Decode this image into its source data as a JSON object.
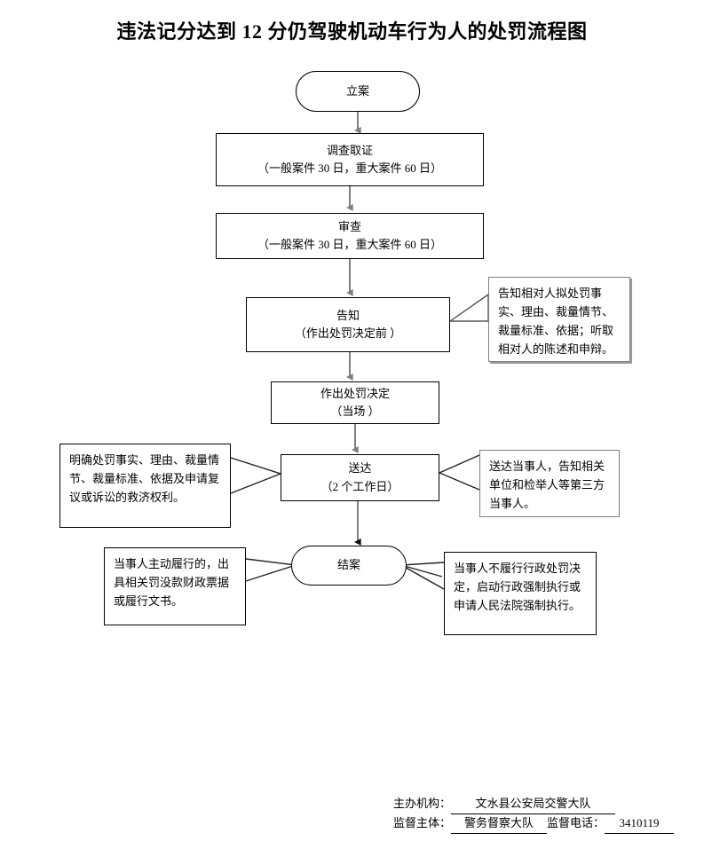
{
  "document": {
    "title": "违法记分达到 12 分仍驾驶机动车行为人的处罚流程图"
  },
  "flow": {
    "nodes": [
      {
        "id": "filing",
        "shape": "rounded-rect",
        "line1": "立案",
        "line2": ""
      },
      {
        "id": "investigation",
        "shape": "rect",
        "line1": "调查取证",
        "line2": "（一般案件 30 日，重大案件 60 日）"
      },
      {
        "id": "review",
        "shape": "rect",
        "line1": "审查",
        "line2": "（一般案件 30 日，重大案件 60 日）"
      },
      {
        "id": "notification",
        "shape": "rect",
        "line1": "告知",
        "line2": "（作出处罚决定前 ）"
      },
      {
        "id": "decision",
        "shape": "rect",
        "line1": "作出处罚决定",
        "line2": "（当场 ）"
      },
      {
        "id": "service",
        "shape": "rect",
        "line1": "送达",
        "line2": "（2 个工作日）"
      },
      {
        "id": "closing",
        "shape": "rounded-rect",
        "line1": "结案",
        "line2": ""
      }
    ],
    "callouts": [
      {
        "id": "notification-note",
        "attached_to": "notification",
        "side": "right",
        "text": "告知相对人拟处罚事实、理由、裁量情节、裁量标准、依据；听取相对人的陈述和申辩。"
      },
      {
        "id": "service-note-left",
        "attached_to": "service",
        "side": "left",
        "text": "明确处罚事实、理由、裁量情节、裁量标准、依据及申请复议或诉讼的救济权利。"
      },
      {
        "id": "service-note-right",
        "attached_to": "service",
        "side": "right",
        "text": "送达当事人，告知相关单位和检举人等第三方当事人。"
      },
      {
        "id": "closing-note-left",
        "attached_to": "closing",
        "side": "left",
        "text": "当事人主动履行的，出具相关罚没款财政票据或履行文书。"
      },
      {
        "id": "closing-note-right",
        "attached_to": "closing",
        "side": "right",
        "text": "当事人不履行行政处罚决定，启动行政强制执行或申请人民法院强制执行。"
      }
    ]
  },
  "footer": {
    "organizer_label": "主办机构：",
    "organizer_value": "文水县公安局交警大队",
    "supervisor_label": "监督主体：",
    "supervisor_value": "警务督察大队",
    "phone_label": "监督电话：",
    "phone_value": "3410119"
  },
  "colors": {
    "line": "#000000",
    "arrow": "#7f7f7f",
    "callout_gray": "#7f7f7f",
    "background": "#ffffff"
  }
}
